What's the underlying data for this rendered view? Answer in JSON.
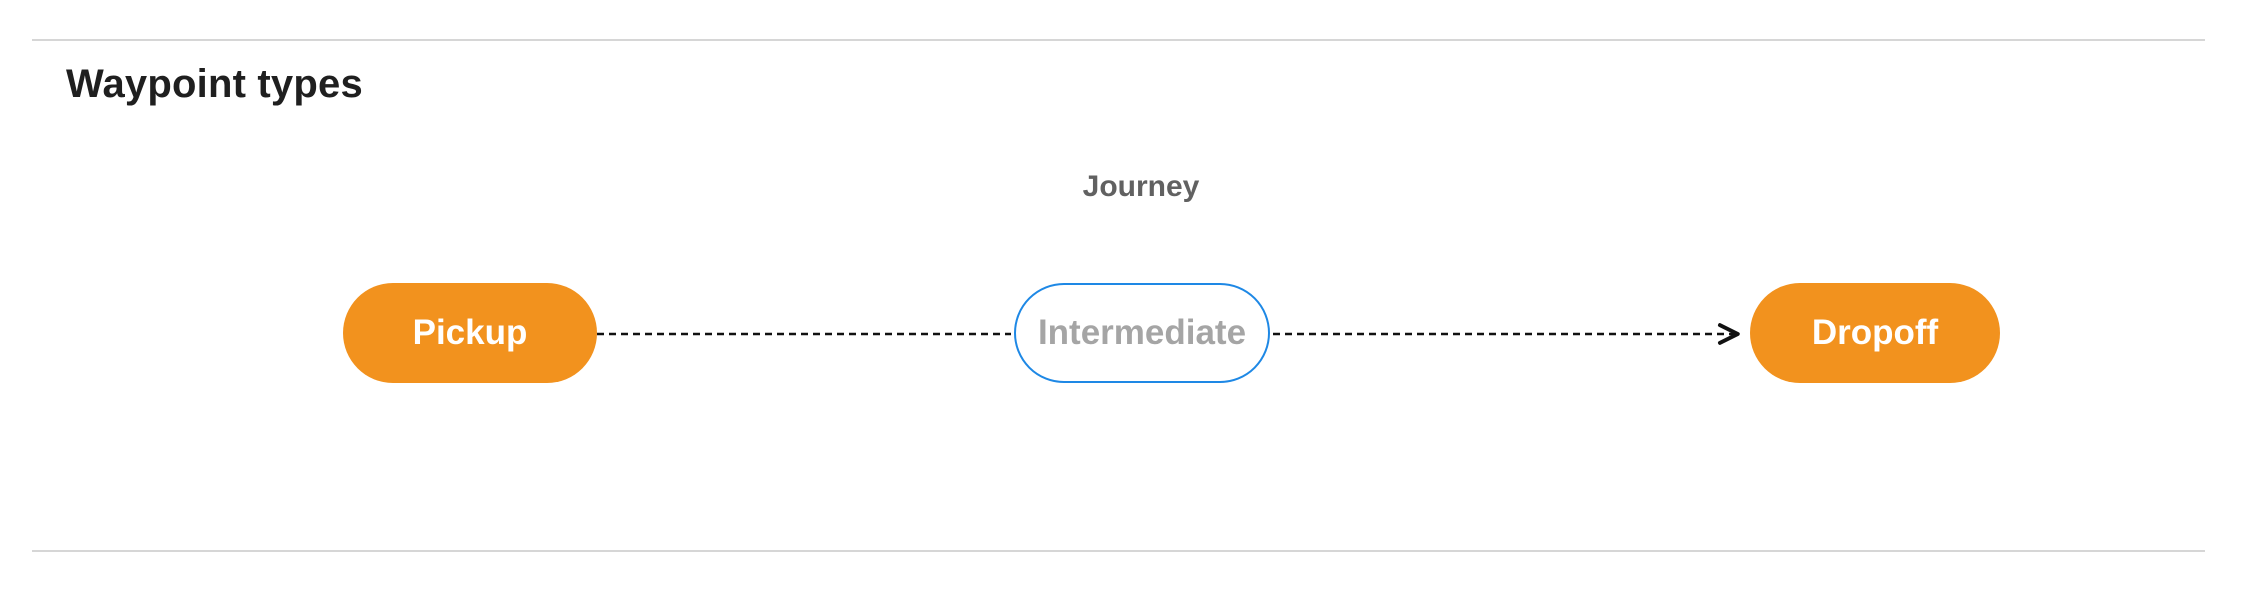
{
  "section": {
    "title": "Waypoint types"
  },
  "diagram": {
    "group_label": "Journey",
    "nodes": [
      {
        "id": "pickup",
        "label": "Pickup",
        "kind": "terminal"
      },
      {
        "id": "intermediate",
        "label": "Intermediate",
        "kind": "intermediate"
      },
      {
        "id": "dropoff",
        "label": "Dropoff",
        "kind": "terminal"
      }
    ],
    "edges": [
      {
        "from": "pickup",
        "to": "intermediate",
        "style": "dashed",
        "arrowhead": false
      },
      {
        "from": "intermediate",
        "to": "dropoff",
        "style": "dashed",
        "arrowhead": true
      }
    ],
    "colors": {
      "terminal_fill": "#F2921E",
      "terminal_text": "#FFFFFF",
      "intermediate_border": "#1E88E5",
      "intermediate_text": "#A5A5A5",
      "connector": "#111111",
      "divider": "#D6D6D6",
      "group_label_text": "#616161",
      "title_text": "#1F1F1F"
    }
  }
}
